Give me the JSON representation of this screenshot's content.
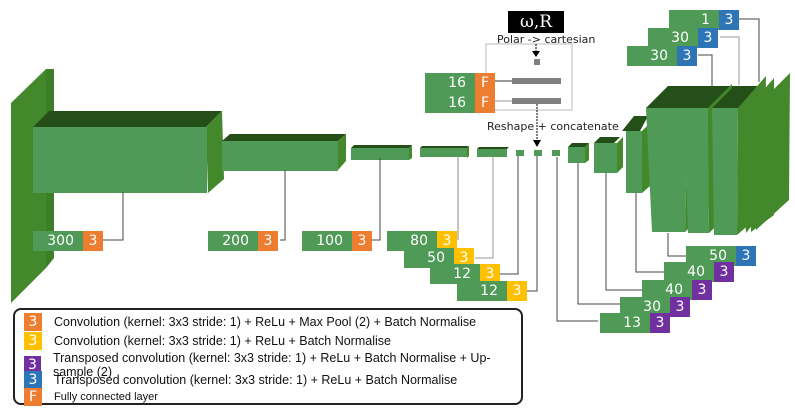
{
  "colors": {
    "face": "#4f9a57",
    "side": "#43892c",
    "top": "#244f18",
    "orange": "#ed7d31",
    "yellow": "#ffc000",
    "purple": "#7030a0",
    "blue": "#2e75b6",
    "grey_bar": "#808080"
  },
  "input_box": {
    "label": "ω,R",
    "caption": "Polar -> cartesian"
  },
  "concat_caption": "Reshape + concatenate",
  "fc_layers": [
    {
      "size": "16",
      "kind": "F"
    },
    {
      "size": "16",
      "kind": "F"
    }
  ],
  "encoder_labels": [
    {
      "size": "300",
      "kernel": "3",
      "type": "orange"
    },
    {
      "size": "200",
      "kernel": "3",
      "type": "orange"
    },
    {
      "size": "100",
      "kernel": "3",
      "type": "orange"
    },
    {
      "size": "80",
      "kernel": "3",
      "type": "yellow"
    },
    {
      "size": "50",
      "kernel": "3",
      "type": "yellow"
    },
    {
      "size": "12",
      "kernel": "3",
      "type": "yellow"
    },
    {
      "size": "12",
      "kernel": "3",
      "type": "yellow"
    }
  ],
  "decoder_labels": [
    {
      "size": "50",
      "kernel": "3",
      "type": "blue"
    },
    {
      "size": "40",
      "kernel": "3",
      "type": "purple"
    },
    {
      "size": "40",
      "kernel": "3",
      "type": "purple"
    },
    {
      "size": "30",
      "kernel": "3",
      "type": "purple"
    },
    {
      "size": "13",
      "kernel": "3",
      "type": "purple"
    }
  ],
  "output_labels": [
    {
      "size": "1",
      "kernel": "3",
      "type": "blue"
    },
    {
      "size": "30",
      "kernel": "3",
      "type": "blue"
    },
    {
      "size": "30",
      "kernel": "3",
      "type": "blue"
    }
  ],
  "legend": [
    {
      "swatch": "3",
      "type": "orange",
      "text": "Convolution (kernel: 3x3 stride: 1) + ReLu + Max Pool (2) + Batch Normalise"
    },
    {
      "swatch": "3",
      "type": "yellow",
      "text": "Convolution (kernel: 3x3 stride: 1) + ReLu + Batch Normalise"
    },
    {
      "swatch": "3",
      "type": "purple",
      "text": "Transposed convolution (kernel: 3x3 stride: 1) + ReLu + Batch Normalise + Up-sample (2)"
    },
    {
      "swatch": "3",
      "type": "blue",
      "text": "Transposed convolution (kernel: 3x3 stride: 1) + ReLu + Batch Normalise"
    },
    {
      "swatch": "F",
      "type": "orange",
      "text": "Fully connected layer"
    }
  ]
}
